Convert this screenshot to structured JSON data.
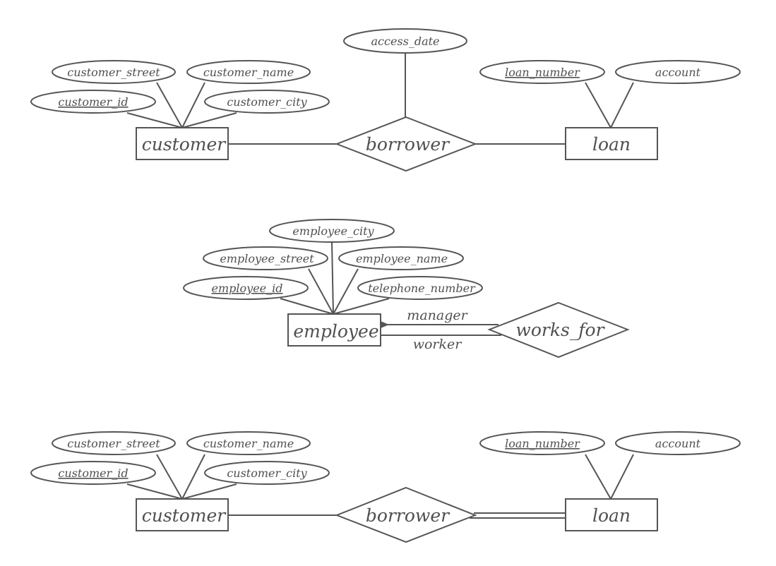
{
  "diagram1": {
    "entities": {
      "customer": "customer",
      "loan": "loan"
    },
    "relationship": "borrower",
    "attributes": {
      "customer_street": "customer_street",
      "customer_name": "customer_name",
      "customer_id": "customer_id",
      "customer_city": "customer_city",
      "access_date": "access_date",
      "loan_number": "loan_number",
      "account": "account"
    }
  },
  "diagram2": {
    "entity": "employee",
    "relationship": "works_for",
    "roles": {
      "manager": "manager",
      "worker": "worker"
    },
    "attributes": {
      "employee_city": "employee_city",
      "employee_street": "employee_street",
      "employee_name": "employee_name",
      "employee_id": "employee_id",
      "telephone_number": "telephone_number"
    }
  },
  "diagram3": {
    "entities": {
      "customer": "customer",
      "loan": "loan"
    },
    "relationship": "borrower",
    "attributes": {
      "customer_street": "customer_street",
      "customer_name": "customer_name",
      "customer_id": "customer_id",
      "customer_city": "customer_city",
      "loan_number": "loan_number",
      "account": "account"
    }
  }
}
